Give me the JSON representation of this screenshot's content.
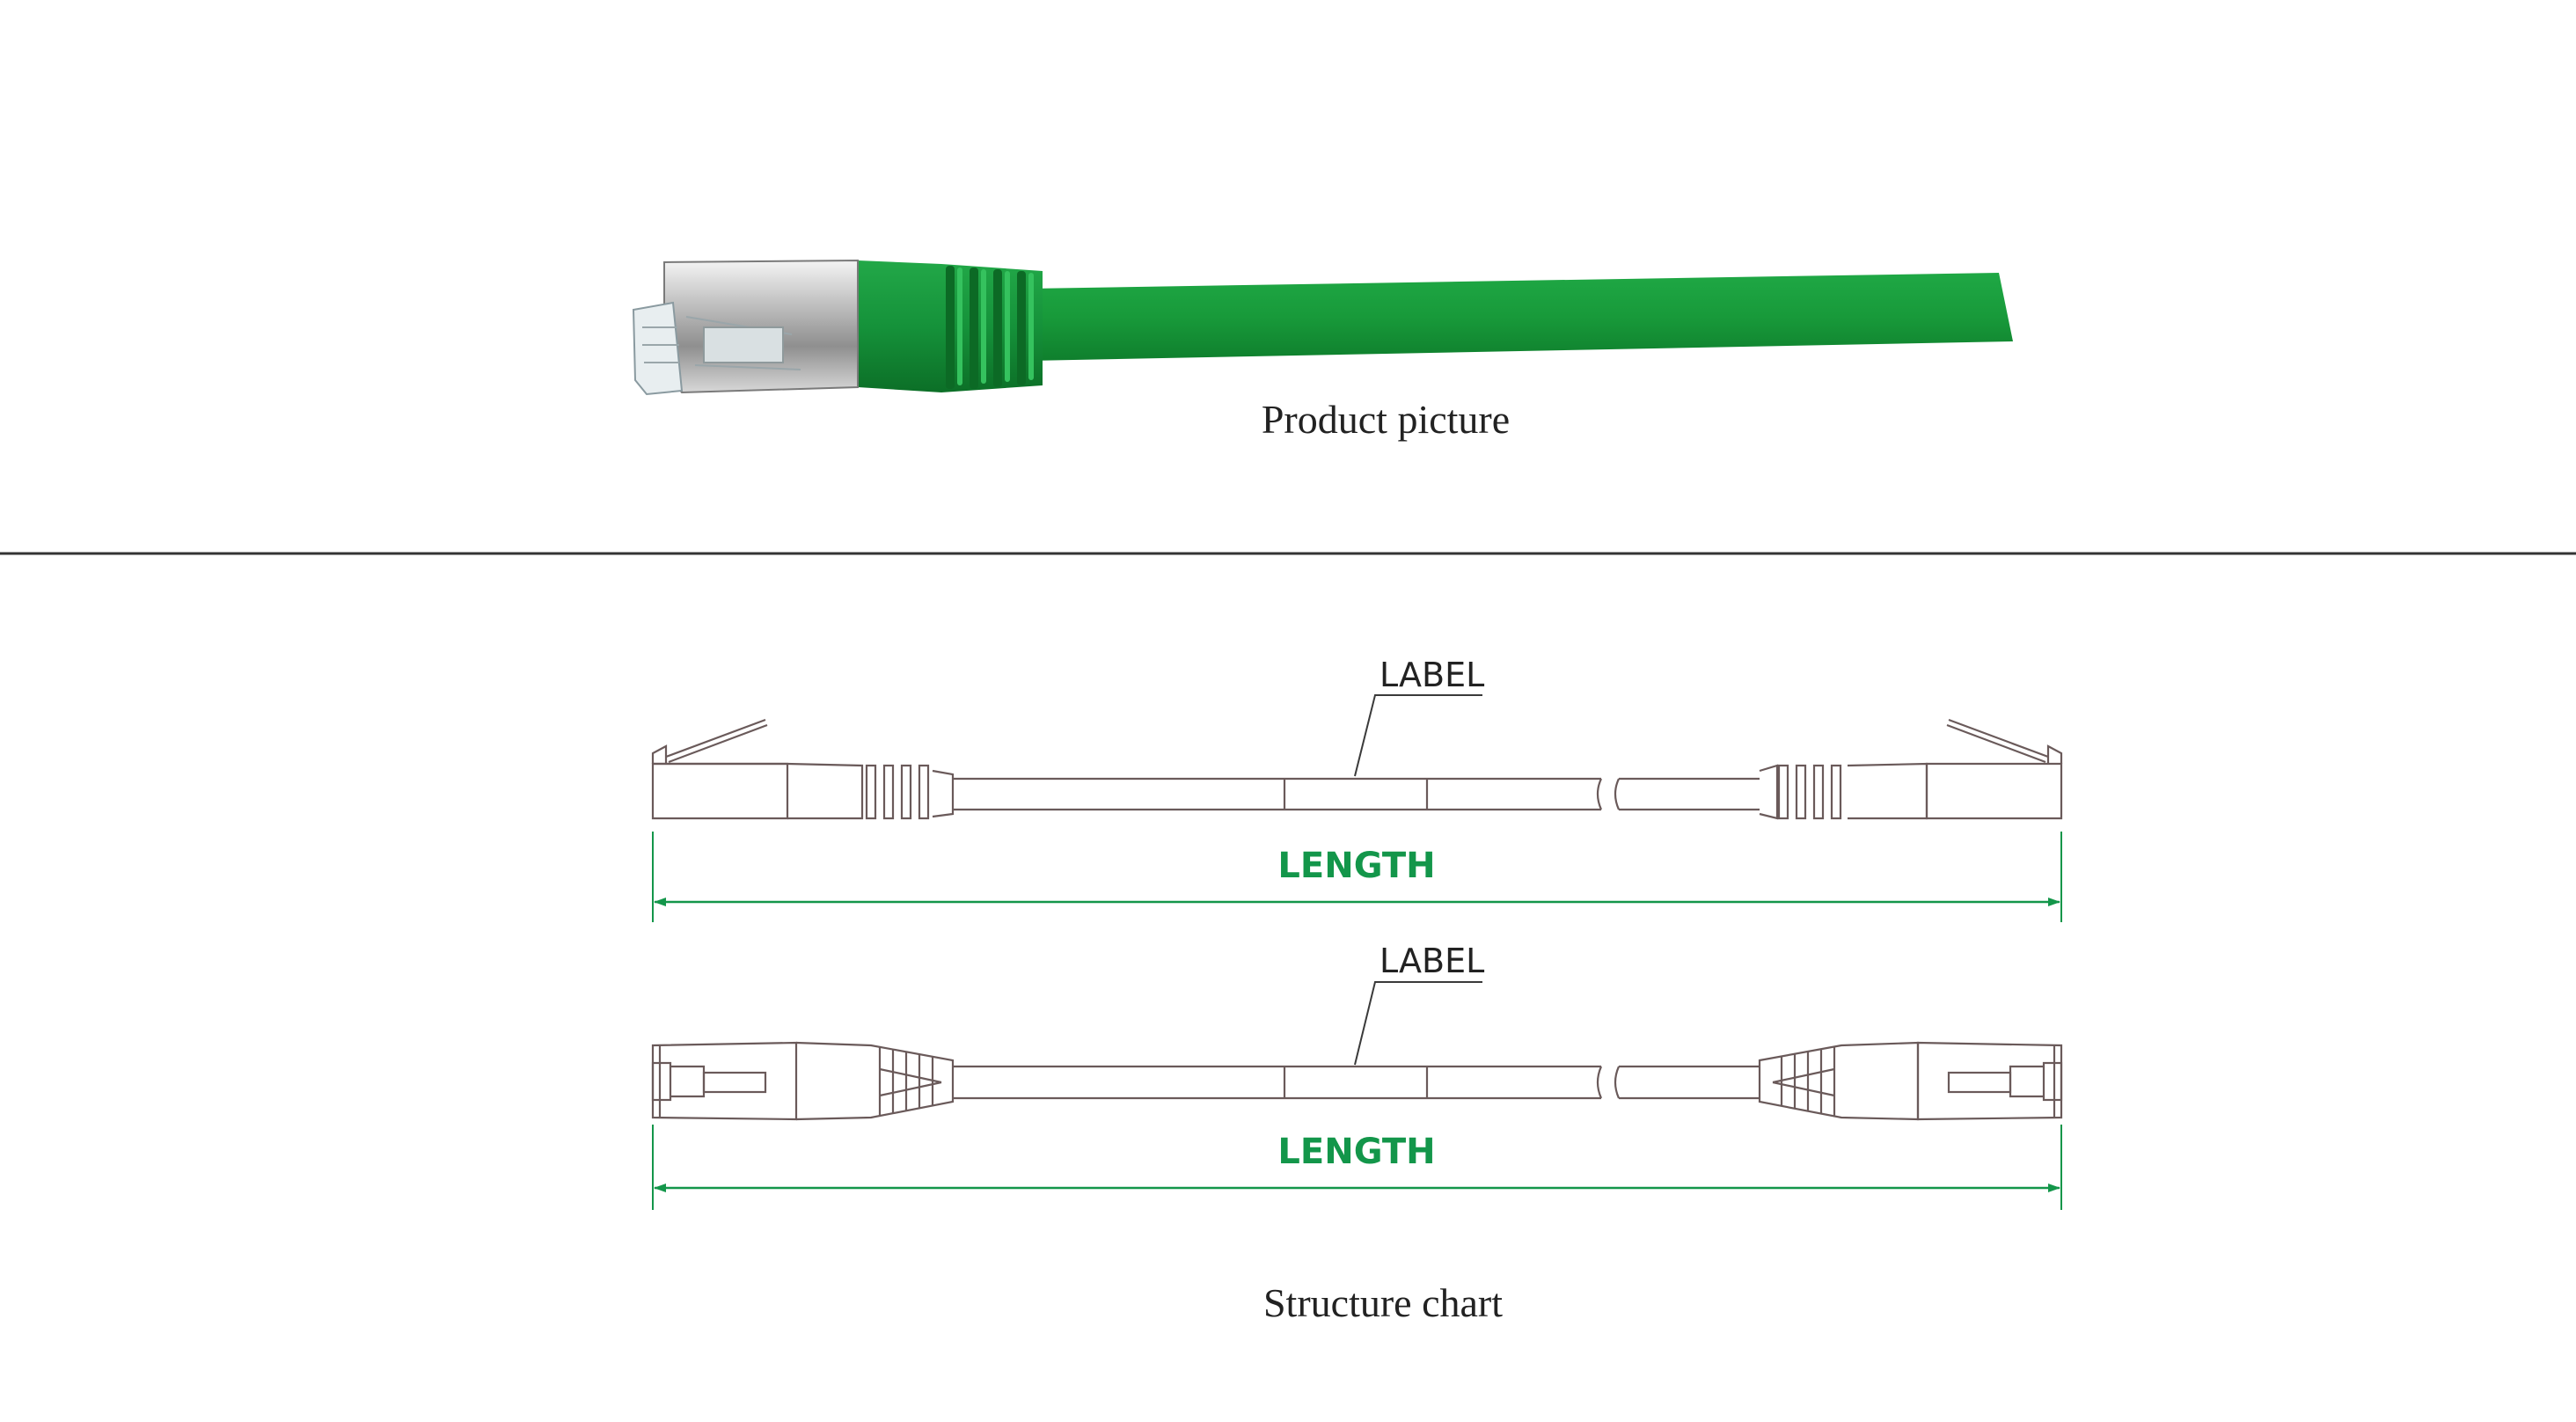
{
  "product_section": {
    "caption": "Product picture"
  },
  "structure_section": {
    "caption": "Structure chart",
    "side_view": {
      "label_text": "LABEL",
      "length_text": "LENGTH"
    },
    "top_view": {
      "label_text": "LABEL",
      "length_text": "LENGTH"
    }
  },
  "colors": {
    "cable_green": "#1a9a3c",
    "dimension_green": "#13964a",
    "outline": "#6a5a5a",
    "divider": "#333333"
  },
  "icons": {
    "connector": "rj45-plug-icon"
  }
}
